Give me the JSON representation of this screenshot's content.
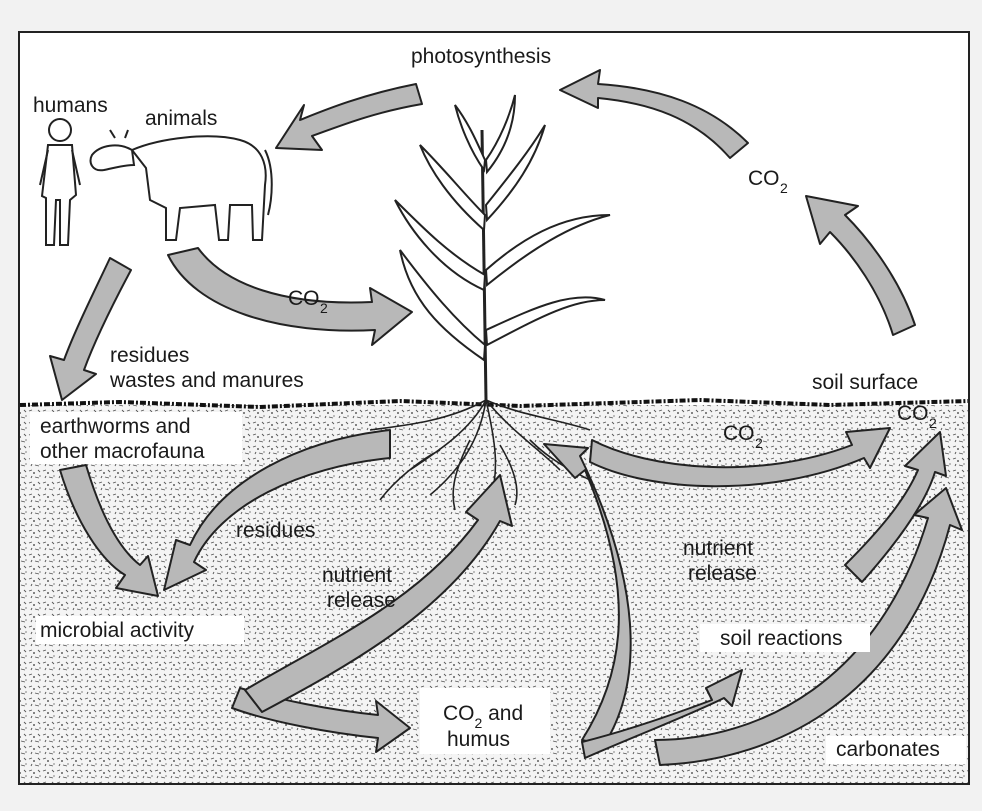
{
  "labels": {
    "photosynthesis": "photosynthesis",
    "humans": "humans",
    "animals": "animals",
    "co2_main": "CO",
    "co2_sky": "CO",
    "residues_top": "residues",
    "wastes_and_manures": "wastes and manures",
    "soil_surface": "soil surface",
    "co2_surface": "CO",
    "co2_underground": "CO",
    "earthworms": "earthworms and",
    "macrofauna": "other macrofauna",
    "residues_soil": "residues",
    "nutrient_left": "nutrient",
    "release_left": "release",
    "nutrient_right": "nutrient",
    "release_right": "release",
    "microbial_activity": "microbial activity",
    "soil_reactions": "soil reactions",
    "co2_and": "CO",
    "and_word": " and",
    "humus": "humus",
    "carbonates": "carbonates",
    "subscript_two": "2"
  },
  "colors": {
    "arrow_fill": "#b8b8b8",
    "outline": "#222222",
    "sky": "#ffffff",
    "soil": "#ececec"
  }
}
